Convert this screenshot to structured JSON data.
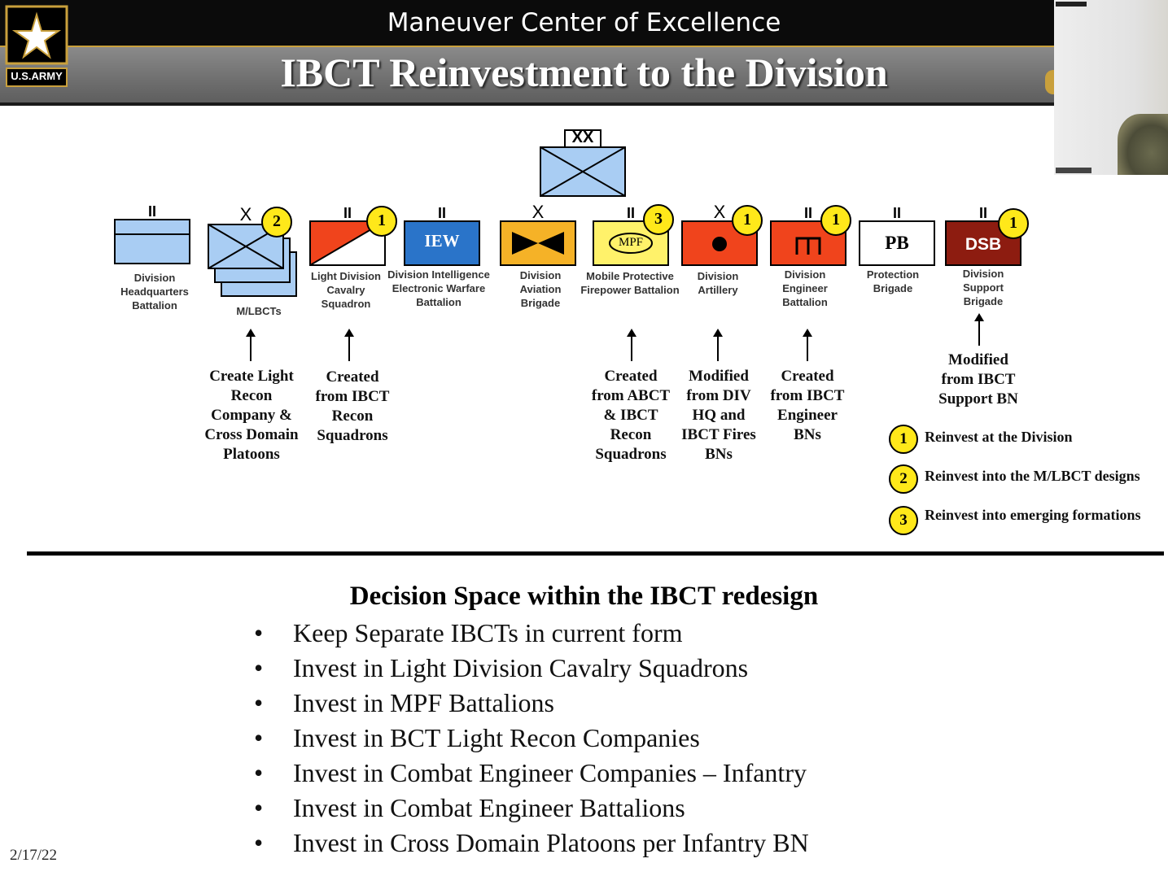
{
  "header": {
    "subtitle": "Maneuver Center of Excellence",
    "title": "IBCT Reinvestment to the Division",
    "logo_text": "U.S.ARMY"
  },
  "chart": {
    "top_echelon": "XX",
    "units": [
      {
        "echelon": "II",
        "label": "Division Headquarters Battalion"
      },
      {
        "echelon": "X",
        "label": "M/LBCTs",
        "badge": "2"
      },
      {
        "echelon": "II",
        "label": "Light Division Cavalry Squadron",
        "badge": "1"
      },
      {
        "echelon": "II",
        "symbol_text": "IEW",
        "label": "Division Intelligence Electronic Warfare Battalion"
      },
      {
        "echelon": "X",
        "label": "Division Aviation Brigade"
      },
      {
        "echelon": "II",
        "symbol_text": "MPF",
        "label": "Mobile Protective Firepower Battalion",
        "badge": "3"
      },
      {
        "echelon": "X",
        "label": "Division Artillery",
        "badge": "1"
      },
      {
        "echelon": "II",
        "label": "Division Engineer Battalion",
        "badge": "1"
      },
      {
        "echelon": "II",
        "symbol_text": "PB",
        "label": "Protection Brigade"
      },
      {
        "echelon": "II",
        "symbol_text": "DSB",
        "label": "Division Support Brigade",
        "badge": "1"
      }
    ],
    "notes": [
      "Create Light Recon Company & Cross Domain Platoons",
      "Created from IBCT Recon Squadrons",
      "Created from ABCT & IBCT Recon Squadrons",
      "Modified from DIV HQ and IBCT Fires BNs",
      "Created from IBCT Engineer BNs",
      "Modified from IBCT Support BN"
    ],
    "legend": [
      {
        "num": "1",
        "text": "Reinvest at the Division"
      },
      {
        "num": "2",
        "text": "Reinvest into the M/LBCT designs"
      },
      {
        "num": "3",
        "text": "Reinvest into emerging formations"
      }
    ]
  },
  "decision": {
    "title": "Decision Space within the IBCT redesign",
    "bullet_glyph": "•",
    "items": [
      "Keep Separate IBCTs in current form",
      "Invest in Light Division Cavalry Squadrons",
      "Invest in MPF Battalions",
      "Invest in BCT Light Recon Companies",
      "Invest in Combat Engineer Companies – Infantry",
      "Invest in Combat Engineer Battalions",
      "Invest in Cross Domain Platoons per Infantry BN"
    ]
  },
  "footer": {
    "date": "2/17/22"
  },
  "colors": {
    "symbol_blue": "#a9cdf3",
    "iew_blue": "#2a74c9",
    "cavalry_red": "#f0441c",
    "aviation_yellow": "#f5b227",
    "mpf_yellow": "#fff26a",
    "artillery_red": "#f0441c",
    "dsb_maroon": "#8d1c10",
    "badge_yellow": "#ffe81a"
  }
}
